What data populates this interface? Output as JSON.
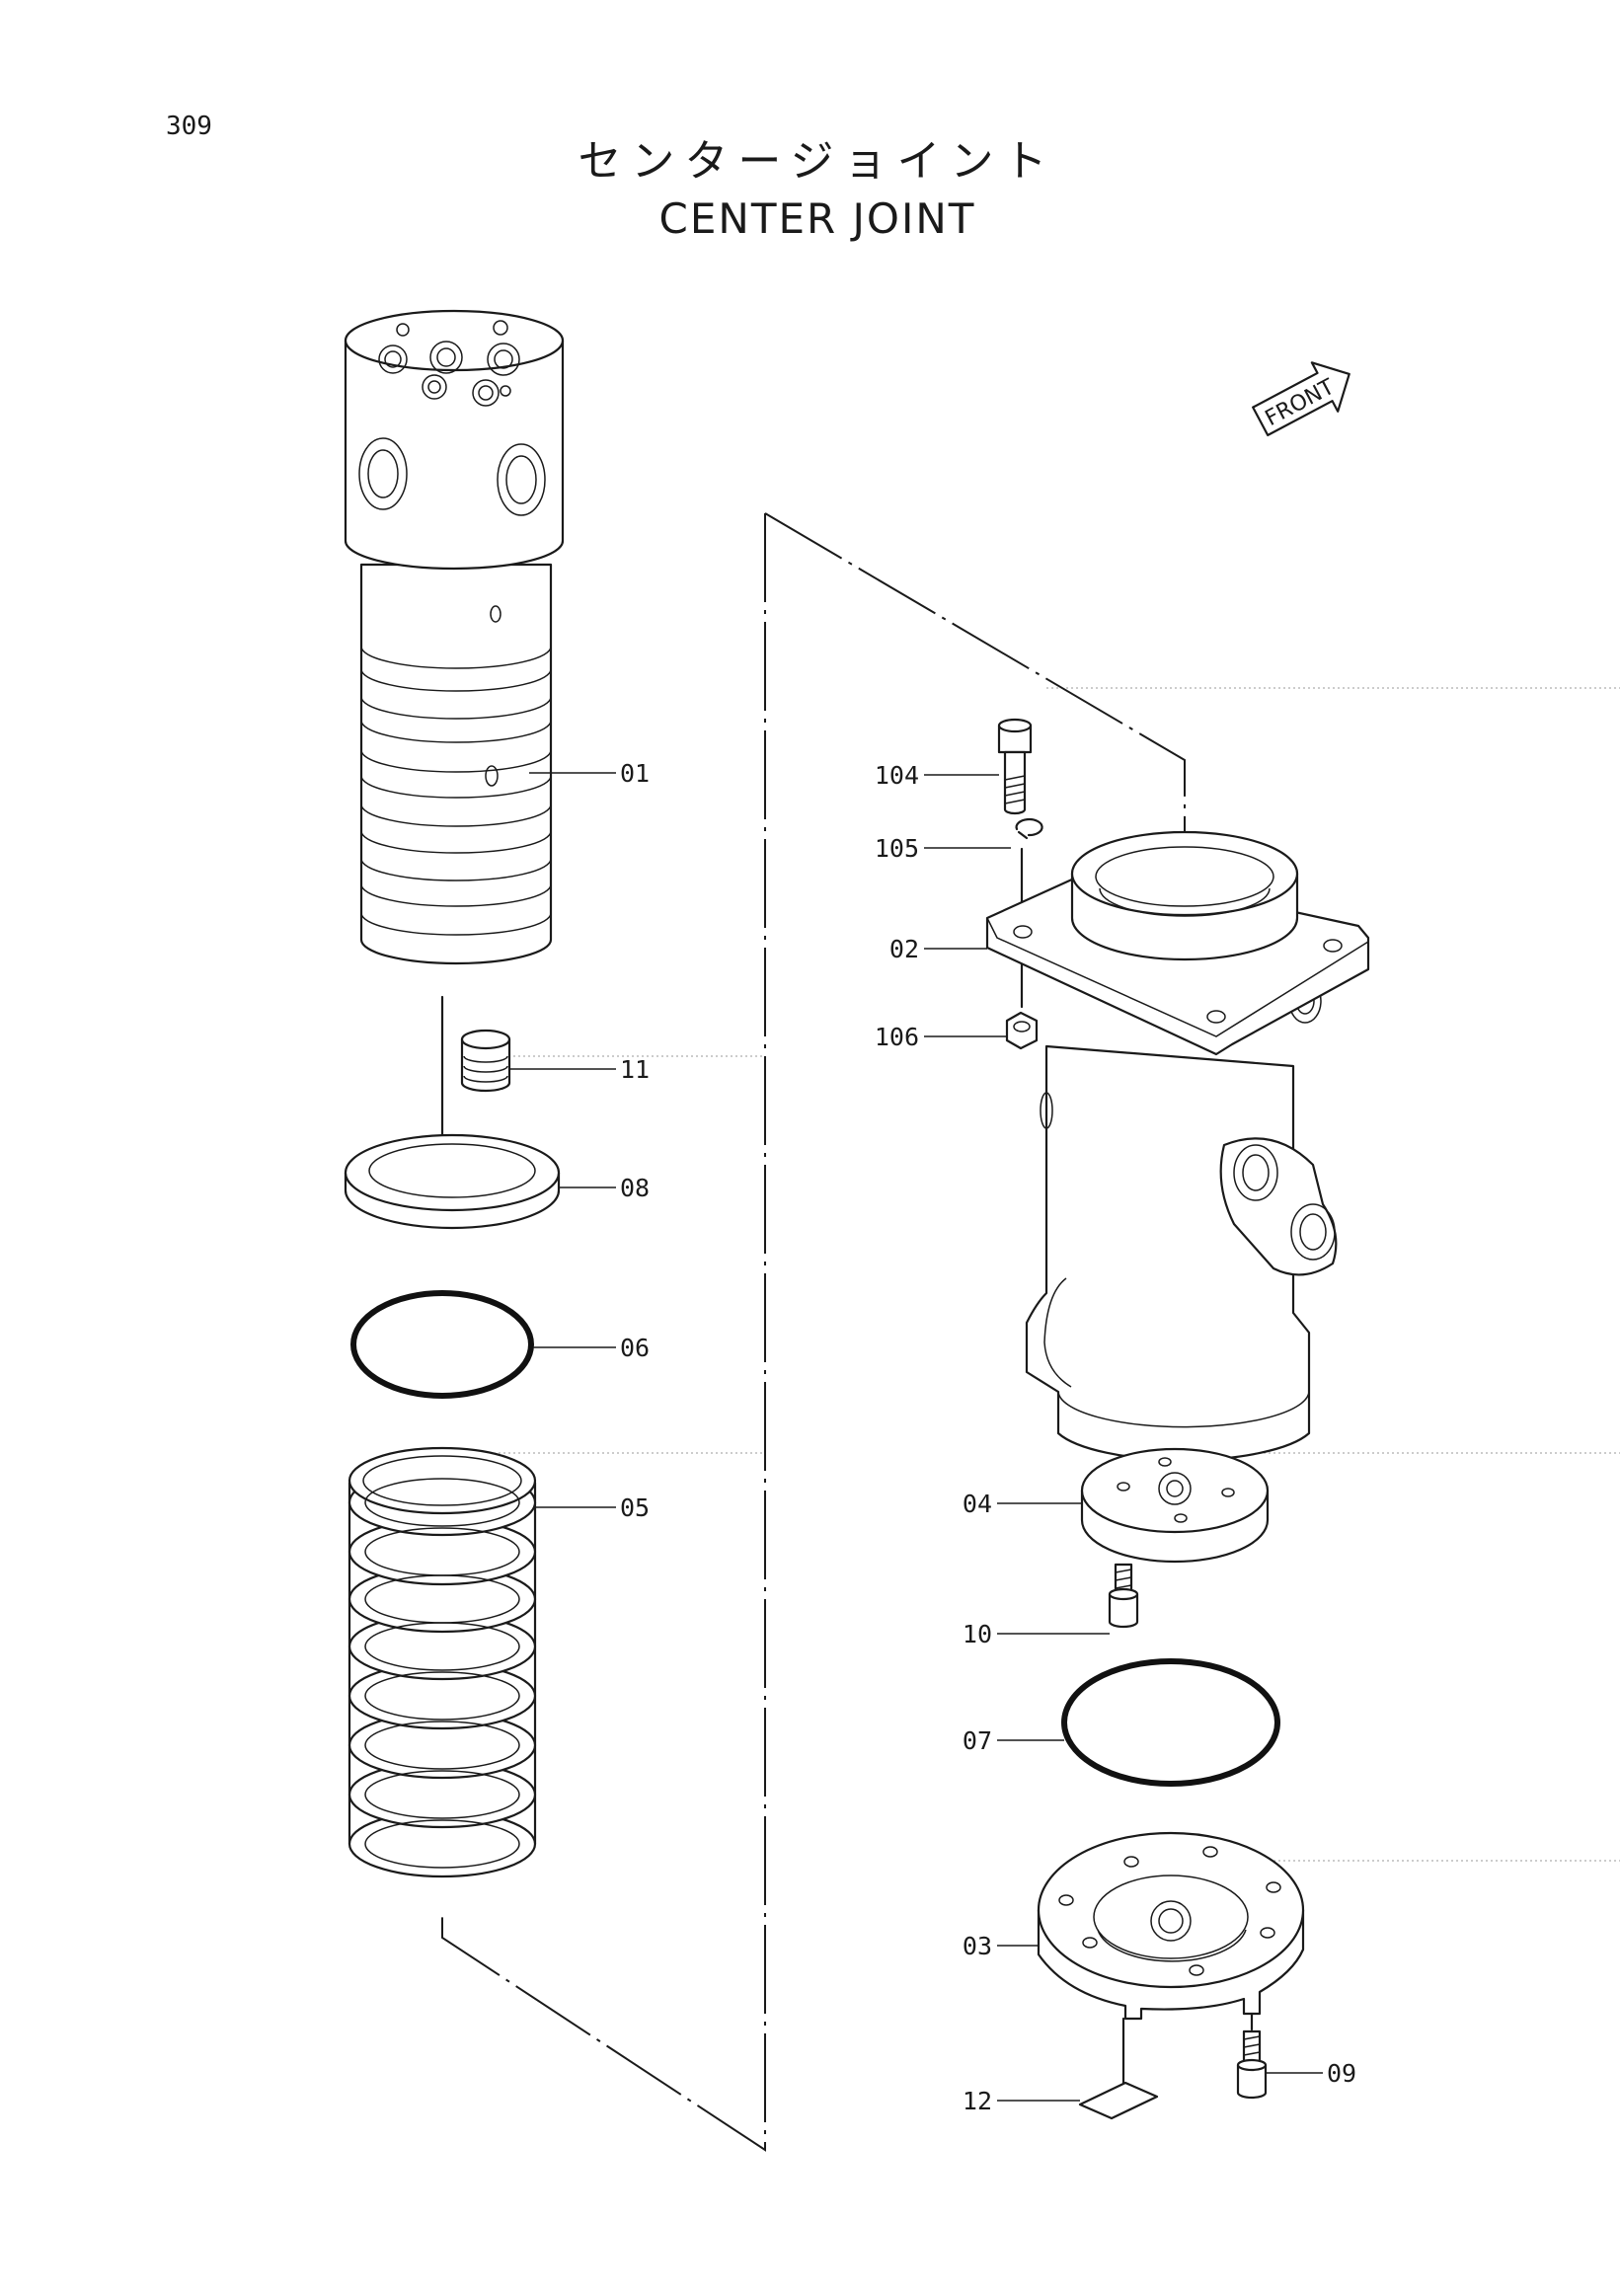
{
  "page_number": "309",
  "title_jp": "センタージョイント",
  "title_en": "CENTER JOINT",
  "direction_marker": "FRONT",
  "callouts": {
    "c01": "01",
    "c11": "11",
    "c08": "08",
    "c06": "06",
    "c05": "05",
    "c104": "104",
    "c105": "105",
    "c02": "02",
    "c106": "106",
    "c04": "04",
    "c10": "10",
    "c07": "07",
    "c03": "03",
    "c12": "12",
    "c09": "09"
  }
}
